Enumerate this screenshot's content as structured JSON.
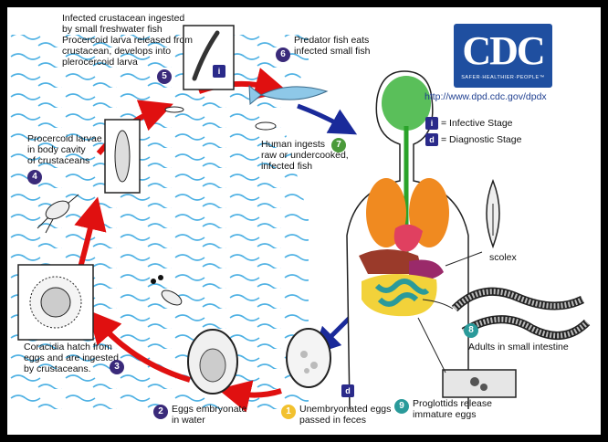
{
  "logo": {
    "text": "CDC",
    "tagline": "SAFER·HEALTHIER·PEOPLE™",
    "url": "http://www.dpd.cdc.gov/dpdx"
  },
  "legend": {
    "infective": {
      "symbol": "i",
      "text": "= Infective Stage"
    },
    "diagnostic": {
      "symbol": "d",
      "text": "= Diagnostic Stage"
    }
  },
  "steps": [
    {
      "num": "1",
      "text": "Unembryonated eggs\npassed in feces"
    },
    {
      "num": "2",
      "text": "Eggs embryonate\nin water"
    },
    {
      "num": "3",
      "text": "Coracidia hatch from\neggs and are ingested\nby crustaceans."
    },
    {
      "num": "4",
      "text": "Procercoid larvae\nin body cavity\nof crustaceans"
    },
    {
      "num": "5",
      "text": "Infected crustacean ingested\nby small freshwater fish\nProcercoid larva released from\ncrustacean, develops into\nplerocercoid larva"
    },
    {
      "num": "6",
      "text": "Predator fish eats\ninfected small fish"
    },
    {
      "num": "7",
      "text": "Human ingests\nraw or undercooked,\ninfected fish"
    },
    {
      "num": "8",
      "text": "Adults in small intestine"
    },
    {
      "num": "9",
      "text": "Proglottids release\nimmature eggs"
    }
  ],
  "scolex_label": "scolex",
  "badges": {
    "infective_symbol": "i",
    "diagnostic_symbol": "d"
  }
}
